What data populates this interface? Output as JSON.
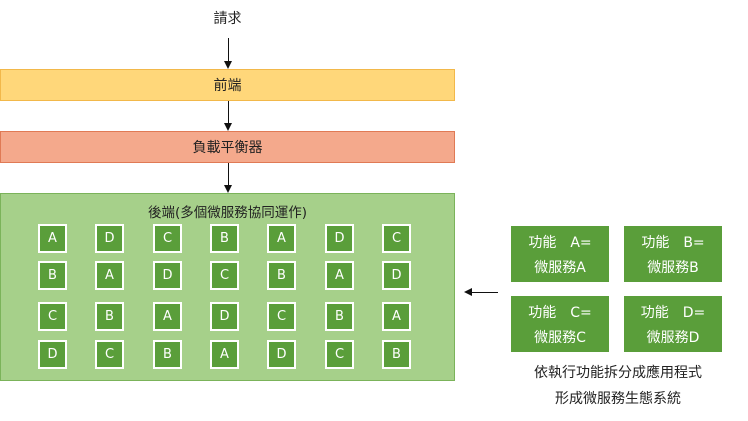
{
  "request_label": "請求",
  "frontend_label": "前端",
  "load_balancer_label": "負載平衡器",
  "backend_title": "後端(多個微服務協同運作)",
  "service_grid": [
    [
      "A",
      "D",
      "C",
      "B",
      "A",
      "D",
      "C"
    ],
    [
      "B",
      "A",
      "D",
      "C",
      "B",
      "A",
      "D"
    ],
    [
      "C",
      "B",
      "A",
      "D",
      "C",
      "B",
      "A"
    ],
    [
      "D",
      "C",
      "B",
      "A",
      "D",
      "C",
      "B"
    ]
  ],
  "legend": [
    {
      "line1": "功能　A=",
      "line2": "微服務A"
    },
    {
      "line1": "功能　B=",
      "line2": "微服務B"
    },
    {
      "line1": "功能　C=",
      "line2": "微服務C"
    },
    {
      "line1": "功能　D=",
      "line2": "微服務D"
    }
  ],
  "caption_line1": "依執行功能拆分成應用程式",
  "caption_line2": "形成微服務生態系統",
  "colors": {
    "frontend": "#ffd77a",
    "load_balancer": "#f4a98c",
    "backend": "#a6d08a",
    "service": "#5a9e3a"
  }
}
